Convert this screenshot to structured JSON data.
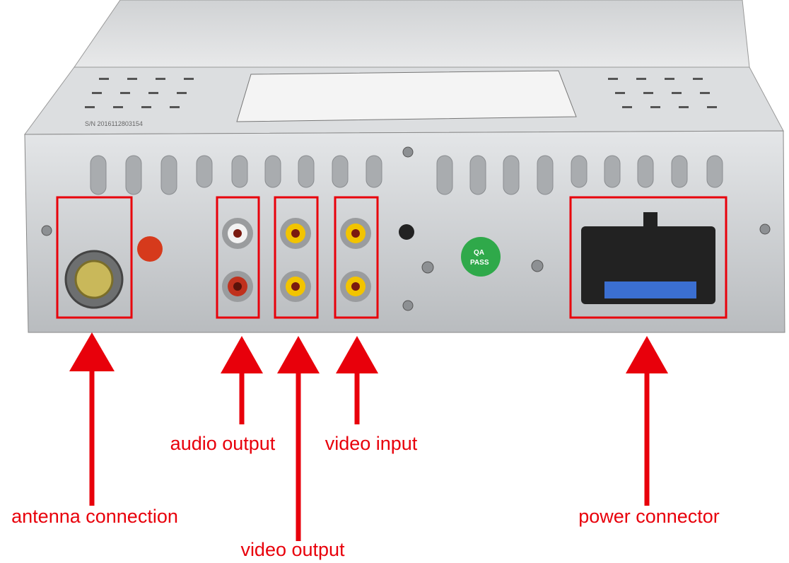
{
  "annotations": {
    "antenna": "antenna connection",
    "audio_output": "audio output",
    "video_output": "video output",
    "video_input": "video input",
    "power": "power connector"
  },
  "sticker": {
    "line1": "QA",
    "line2": "PASS"
  },
  "serial_number": "S/N 2016112803154",
  "colors": {
    "annotation": "#e8000b",
    "chassis": "#c9cccf",
    "rca_white": "#f2f2f2",
    "rca_red": "#c0311d",
    "rca_yellow": "#f2c400",
    "qa_sticker": "#2fa94a"
  }
}
